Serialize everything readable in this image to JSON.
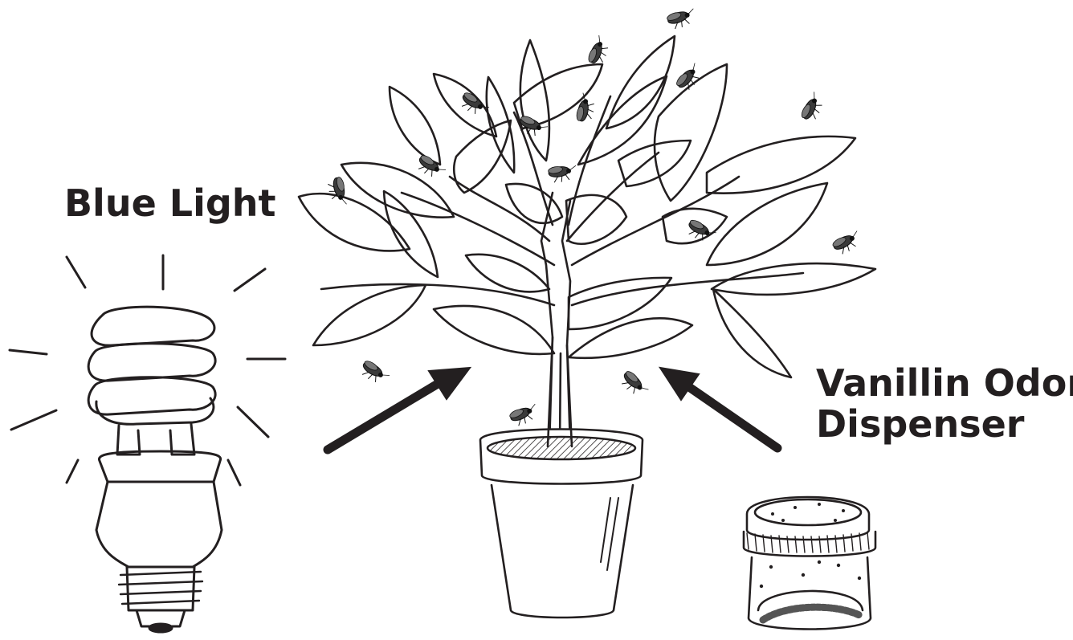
{
  "labels": {
    "light": "Blue Light",
    "dispenser_line1": "Vanillin Odor",
    "dispenser_line2": "Dispenser"
  },
  "colors": {
    "ink": "#231f20",
    "background": "#ffffff"
  },
  "icons": [
    "light-bulb-icon",
    "potted-plant-icon",
    "insect-icon",
    "odor-dispenser-jar-icon",
    "arrow-icon"
  ]
}
